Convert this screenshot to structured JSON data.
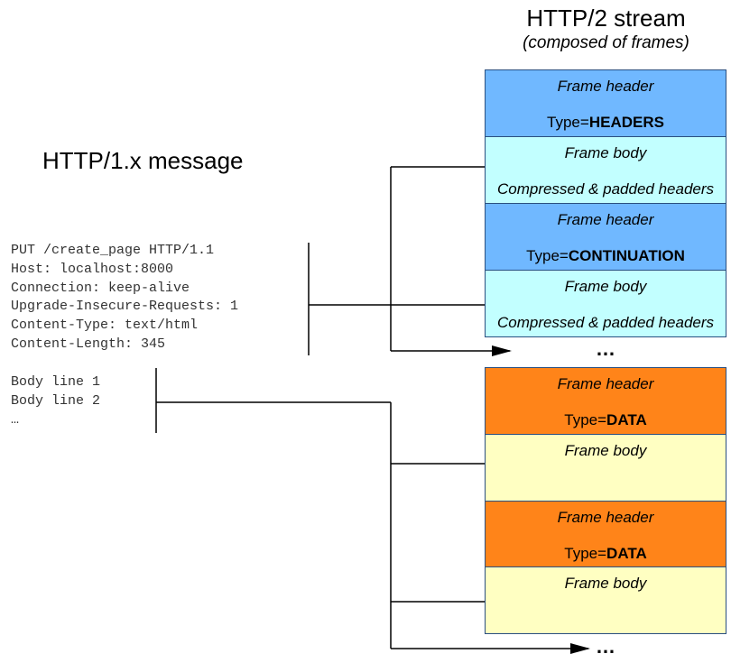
{
  "http2": {
    "title": "HTTP/2 stream",
    "subtitle": "(composed of frames)",
    "frames": [
      {
        "kind": "header",
        "label": "Frame header",
        "type_prefix": "Type=",
        "type_value": "HEADERS",
        "color": "#70b8ff"
      },
      {
        "kind": "body",
        "label": "Frame body",
        "detail": "Compressed & padded headers",
        "color": "#c2ffff"
      },
      {
        "kind": "header",
        "label": "Frame header",
        "type_prefix": "Type=",
        "type_value": "CONTINUATION",
        "color": "#70b8ff"
      },
      {
        "kind": "body",
        "label": "Frame body",
        "detail": "Compressed & padded headers",
        "color": "#c2ffff"
      },
      {
        "kind": "header",
        "label": "Frame header",
        "type_prefix": "Type=",
        "type_value": "DATA",
        "color": "#ff8419"
      },
      {
        "kind": "body",
        "label": "Frame body",
        "detail": "",
        "color": "#ffffc2"
      },
      {
        "kind": "header",
        "label": "Frame header",
        "type_prefix": "Type=",
        "type_value": "DATA",
        "color": "#ff8419"
      },
      {
        "kind": "body",
        "label": "Frame body",
        "detail": "",
        "color": "#ffffc2"
      }
    ],
    "ellipsis_1": "…",
    "ellipsis_2": "…"
  },
  "http1": {
    "title": "HTTP/1.x message",
    "header_lines": "PUT /create_page HTTP/1.1\nHost: localhost:8000\nConnection: keep-alive\nUpgrade-Insecure-Requests: 1\nContent-Type: text/html\nContent-Length: 345",
    "body_lines": "Body line 1\nBody line 2\n…"
  },
  "colors": {
    "header_blue": "#70b8ff",
    "body_cyan": "#c2ffff",
    "header_orange": "#ff8419",
    "body_yellow": "#ffffc2",
    "border": "#2a4f80"
  }
}
